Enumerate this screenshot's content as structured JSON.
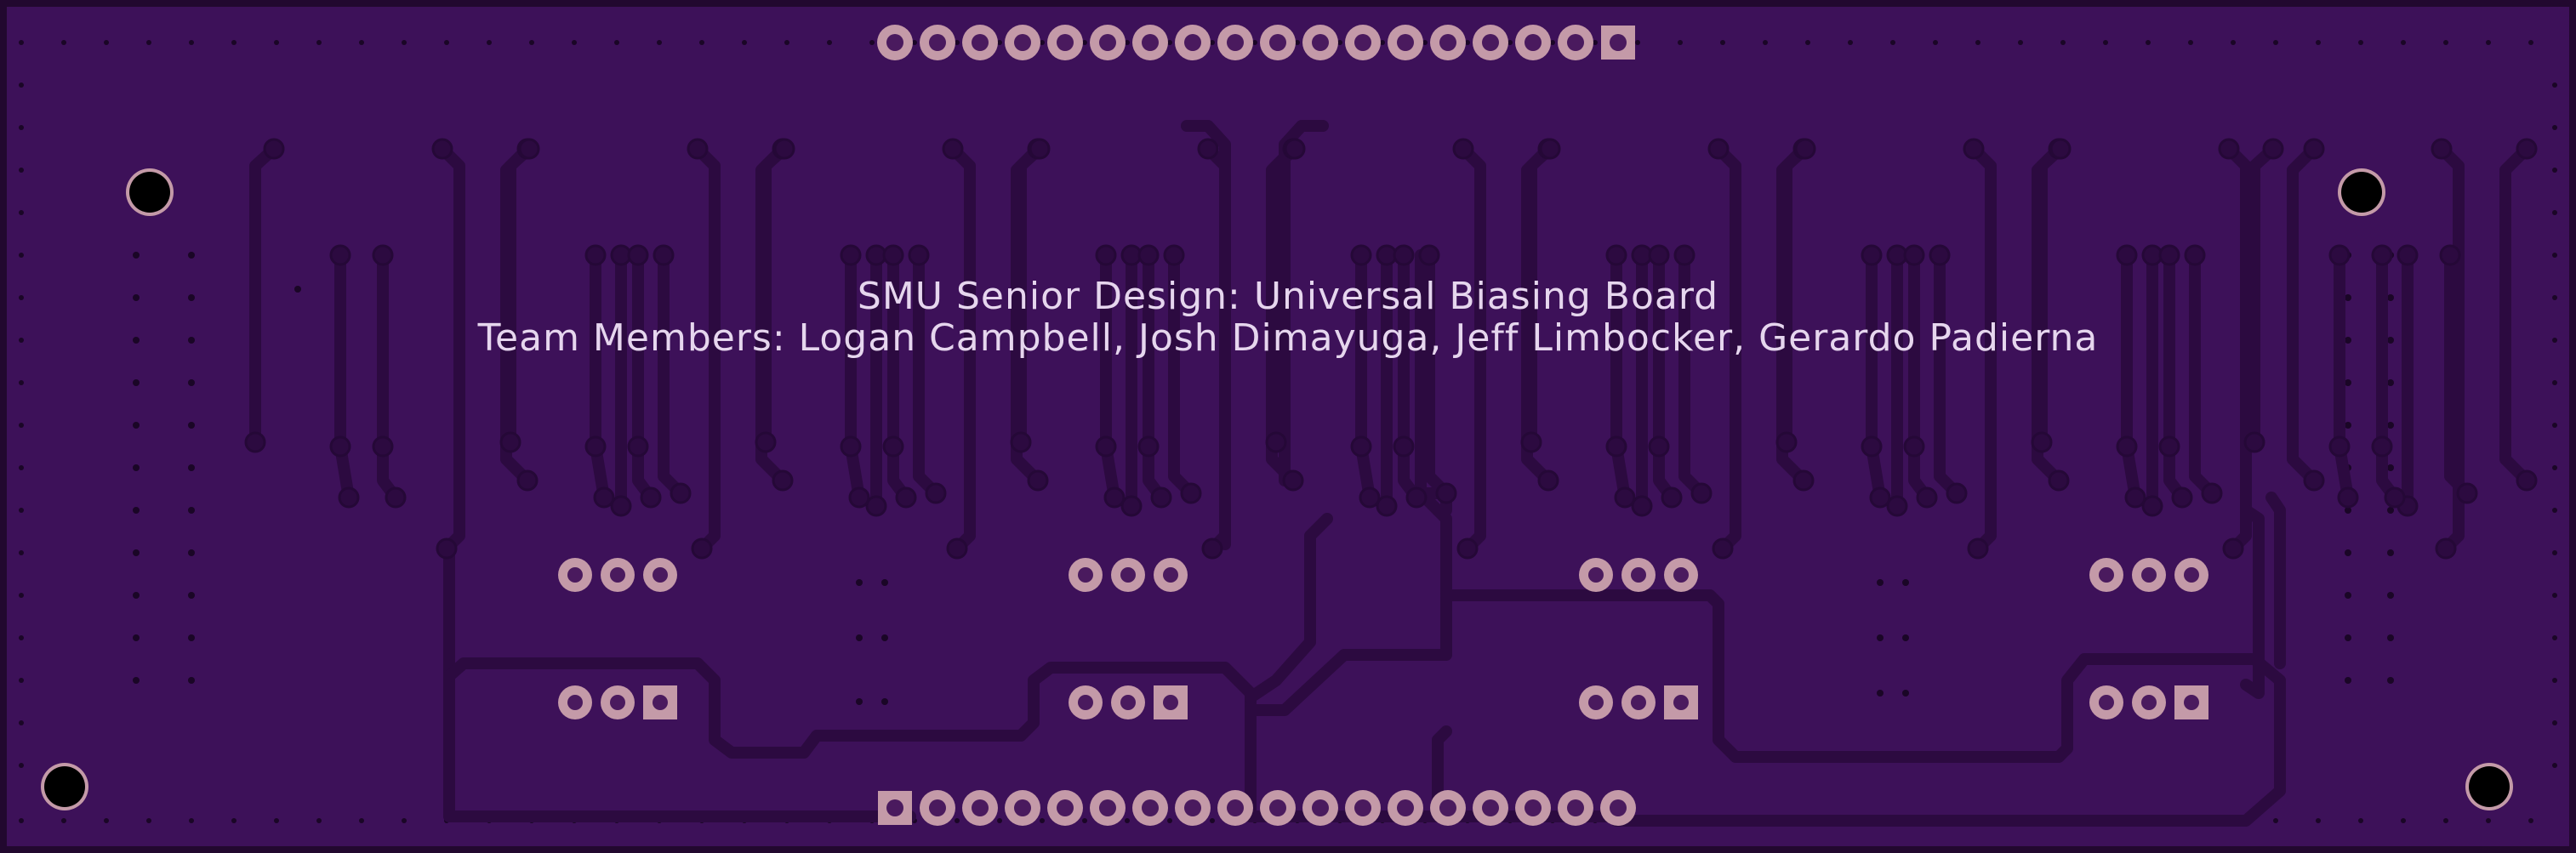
{
  "silkscreen": {
    "title": "SMU Senior Design: Universal Biasing Board",
    "team": "Team Members: Logan Campbell, Josh Dimayuga, Jeff Limbocker, Gerardo Padierna"
  },
  "colors": {
    "board": "#3d1159",
    "board_edge": "#22082f",
    "trace": "#2c0a40",
    "pad_copper": "#c49aa8",
    "pad_hole": "#4a1a5e",
    "mount_hole": "#000000"
  },
  "components": {
    "top_header": {
      "pins": 18
    },
    "bottom_header": {
      "pins": 18
    },
    "regulator_groups": 4,
    "mounting_holes": 4
  }
}
